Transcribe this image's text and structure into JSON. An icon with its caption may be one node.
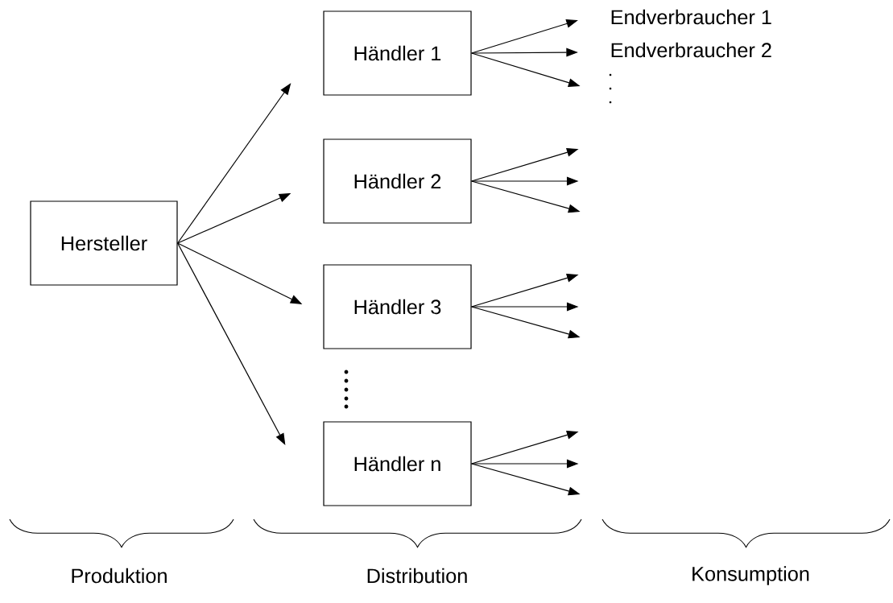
{
  "diagram": {
    "nodes": [
      {
        "text": [
          "Hersteller"
        ]
      },
      {
        "text": [
          "Händler 1"
        ]
      },
      {
        "text": [
          "Händler 2"
        ]
      },
      {
        "text": [
          "Händler 3"
        ]
      },
      {
        "text": [
          "Händler n"
        ]
      },
      {
        "text": [
          "Endverbraucher 1"
        ]
      },
      {
        "text": [
          "Endverbraucher 2"
        ]
      }
    ],
    "edges": [
      {
        "from": 0,
        "to": 1,
        "arrow": "to"
      },
      {
        "from": 0,
        "to": 2,
        "arrow": "to"
      },
      {
        "from": 0,
        "to": 3,
        "arrow": "to"
      },
      {
        "from": 0,
        "to": 4,
        "arrow": "to"
      },
      {
        "from": 1,
        "to": 5,
        "arrow": "to"
      },
      {
        "from": 1,
        "to": 6,
        "arrow": "to"
      },
      {
        "from": 1,
        "to": null,
        "arrow": "to"
      },
      {
        "from": 2,
        "to": null,
        "arrow": "to"
      },
      {
        "from": 2,
        "to": null,
        "arrow": "to"
      },
      {
        "from": 2,
        "to": null,
        "arrow": "to"
      },
      {
        "from": 3,
        "to": null,
        "arrow": "to"
      },
      {
        "from": 3,
        "to": null,
        "arrow": "to"
      },
      {
        "from": 3,
        "to": null,
        "arrow": "to"
      },
      {
        "from": 4,
        "to": null,
        "arrow": "to"
      },
      {
        "from": 4,
        "to": null,
        "arrow": "to"
      },
      {
        "from": 4,
        "to": null,
        "arrow": "to"
      }
    ],
    "labels": [
      "Produktion",
      "Distribution",
      "Konsumption"
    ]
  }
}
